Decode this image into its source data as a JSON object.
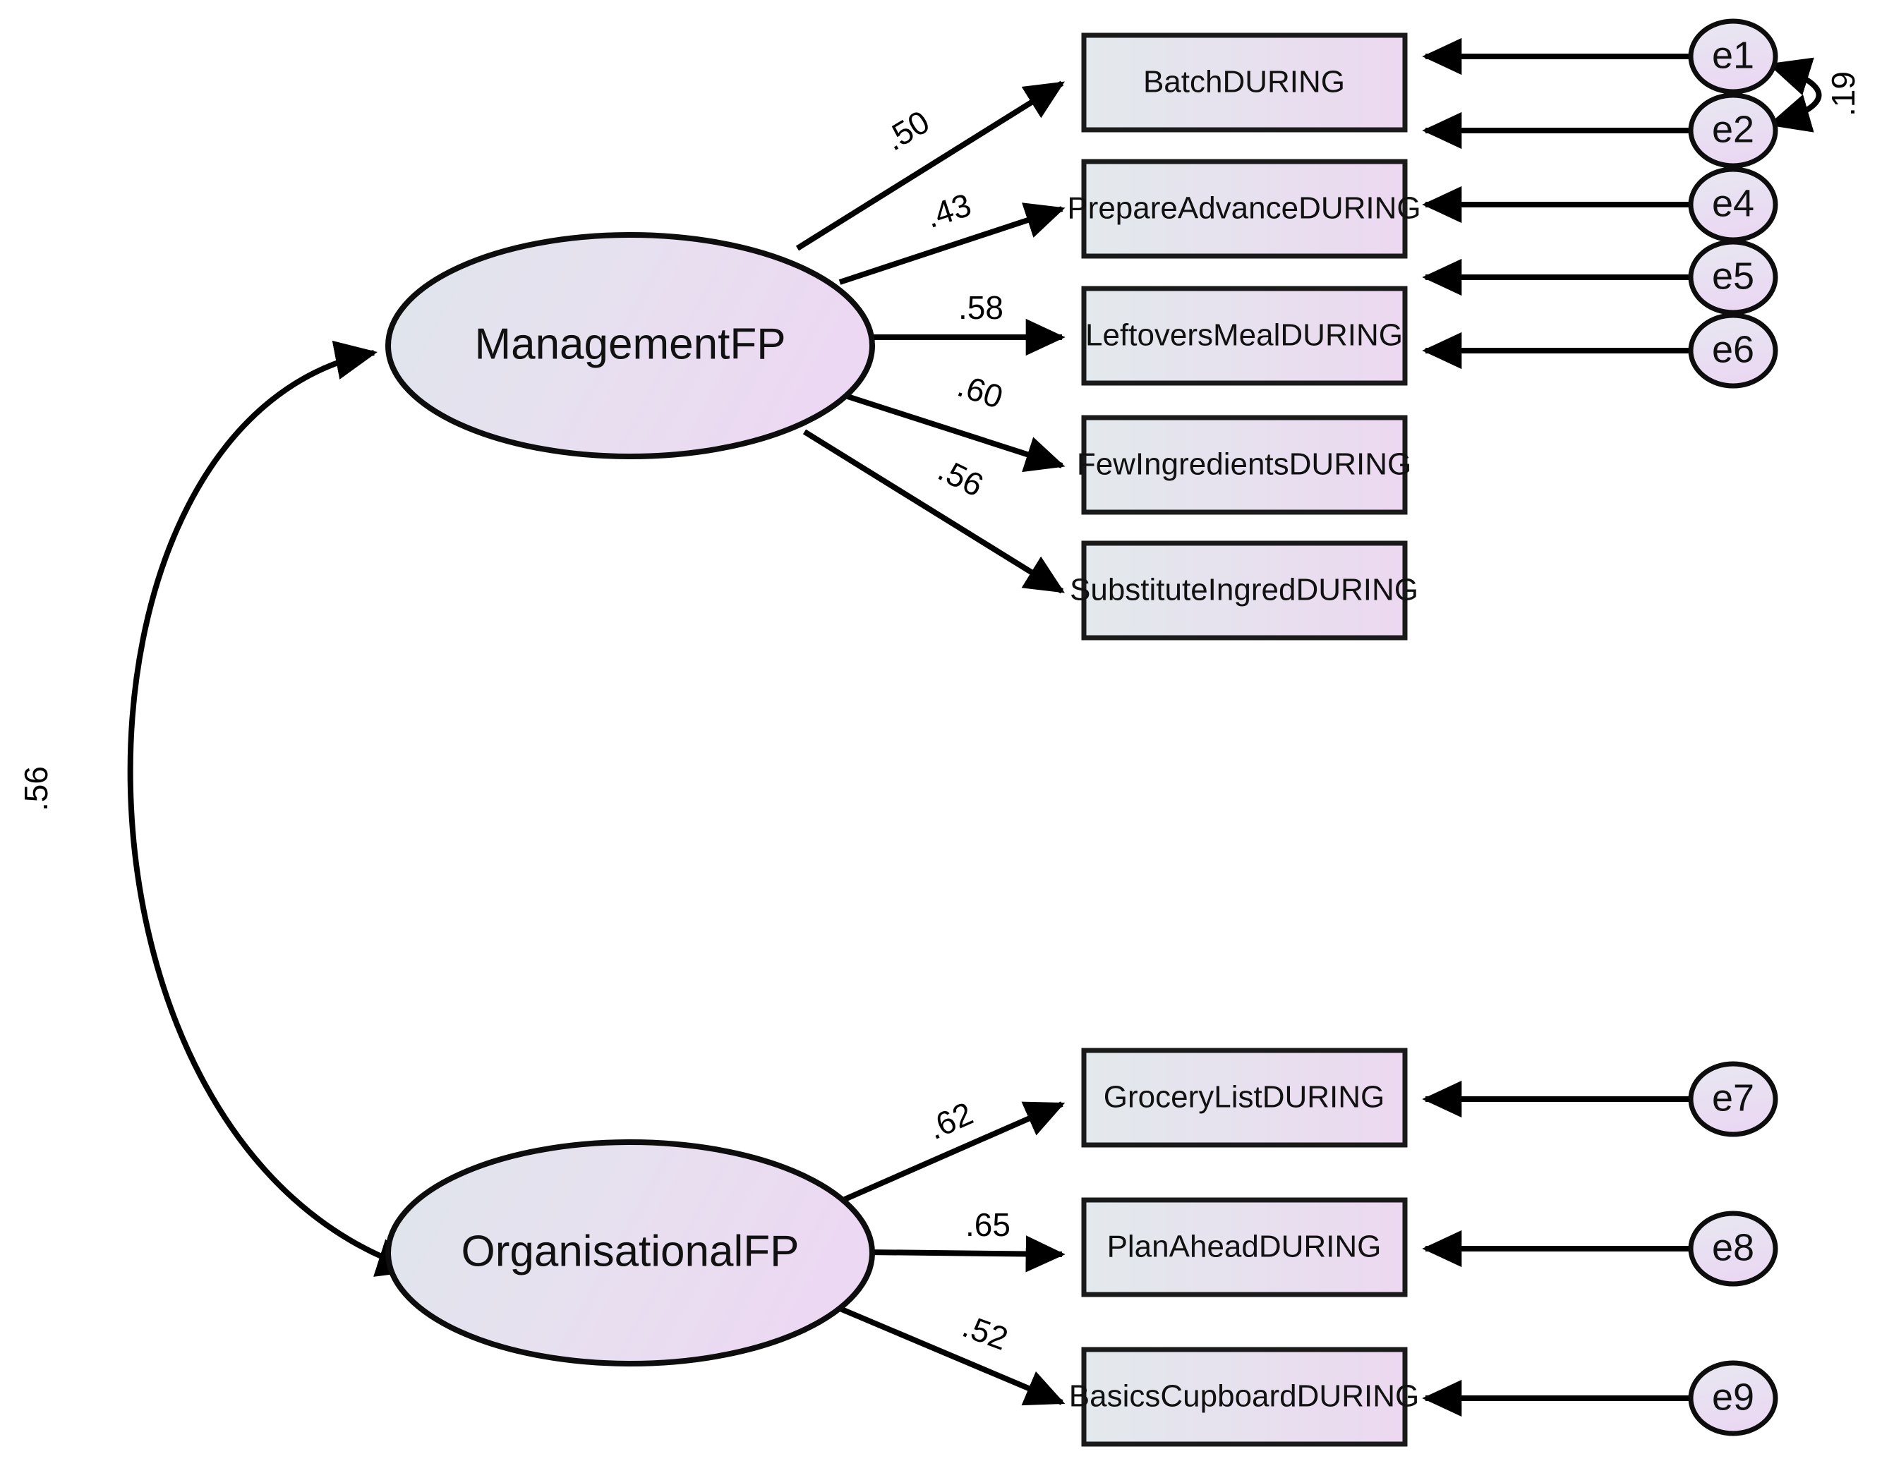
{
  "diagram": {
    "title": "Confirmatory factor analysis path diagram",
    "type": "sem-path-diagram",
    "background_color": "#ffffff",
    "stroke_color": "#000000"
  },
  "style": {
    "box_fill_left": "#e2e8ea",
    "box_fill_right": "#ecd9ef",
    "ellipse_fill_left": "#dde4e9",
    "ellipse_fill_right": "#ead8f0",
    "error_fill_top": "#e6e7f0",
    "error_fill_bottom": "#ead9f2",
    "border_color": "#111111"
  },
  "latents": [
    {
      "id": "ManagementFP",
      "label": "ManagementFP"
    },
    {
      "id": "OrganisationalFP",
      "label": "OrganisationalFP"
    }
  ],
  "indicators": [
    {
      "id": "BatchDURING",
      "label": "BatchDURING",
      "error": "e1",
      "latent": "ManagementFP",
      "loading": ".50"
    },
    {
      "id": "PrepareAdvanceDURING",
      "label": "PrepareAdvanceDURING",
      "error": "e2",
      "latent": "ManagementFP",
      "loading": ".43"
    },
    {
      "id": "LeftoversMealDURING",
      "label": "LeftoversMealDURING",
      "error": "e4",
      "latent": "ManagementFP",
      "loading": ".58"
    },
    {
      "id": "FewIngredientsDURING",
      "label": "FewIngredientsDURING",
      "error": "e5",
      "latent": "ManagementFP",
      "loading": ".60"
    },
    {
      "id": "SubstituteIngredDURING",
      "label": "SubstituteIngredDURING",
      "error": "e6",
      "latent": "ManagementFP",
      "loading": ".56"
    },
    {
      "id": "GroceryListDURING",
      "label": "GroceryListDURING",
      "error": "e7",
      "latent": "OrganisationalFP",
      "loading": ".62"
    },
    {
      "id": "PlanAheadDURING",
      "label": "PlanAheadDURING",
      "error": "e8",
      "latent": "OrganisationalFP",
      "loading": ".65"
    },
    {
      "id": "BasicsCupboardDURING",
      "label": "BasicsCupboardDURING",
      "error": "e9",
      "latent": "OrganisationalFP",
      "loading": ".52"
    }
  ],
  "errors": [
    {
      "id": "e1",
      "label": "e1"
    },
    {
      "id": "e2",
      "label": "e2"
    },
    {
      "id": "e4",
      "label": "e4"
    },
    {
      "id": "e5",
      "label": "e5"
    },
    {
      "id": "e6",
      "label": "e6"
    },
    {
      "id": "e7",
      "label": "e7"
    },
    {
      "id": "e8",
      "label": "e8"
    },
    {
      "id": "e9",
      "label": "e9"
    }
  ],
  "covariances": [
    {
      "id": "cov-factors",
      "from": "OrganisationalFP",
      "to": "ManagementFP",
      "value": ".56",
      "orientation": "vertical"
    },
    {
      "id": "cov-e1-e2",
      "from": "e1",
      "to": "e2",
      "value": ".19",
      "orientation": "vertical"
    }
  ],
  "chart_data": {
    "type": "diagram",
    "title": "Confirmatory factor analysis path diagram",
    "factors": [
      "ManagementFP",
      "OrganisationalFP"
    ],
    "standardized_loadings": {
      "ManagementFP": {
        "BatchDURING": 0.5,
        "PrepareAdvanceDURING": 0.43,
        "LeftoversMealDURING": 0.58,
        "FewIngredientsDURING": 0.6,
        "SubstituteIngredDURING": 0.56
      },
      "OrganisationalFP": {
        "GroceryListDURING": 0.62,
        "PlanAheadDURING": 0.65,
        "BasicsCupboardDURING": 0.52
      }
    },
    "factor_covariance": {
      "ManagementFP__OrganisationalFP": 0.56
    },
    "error_covariances": {
      "e1__e2": 0.19
    },
    "error_terms": [
      "e1",
      "e2",
      "e4",
      "e5",
      "e6",
      "e7",
      "e8",
      "e9"
    ]
  }
}
